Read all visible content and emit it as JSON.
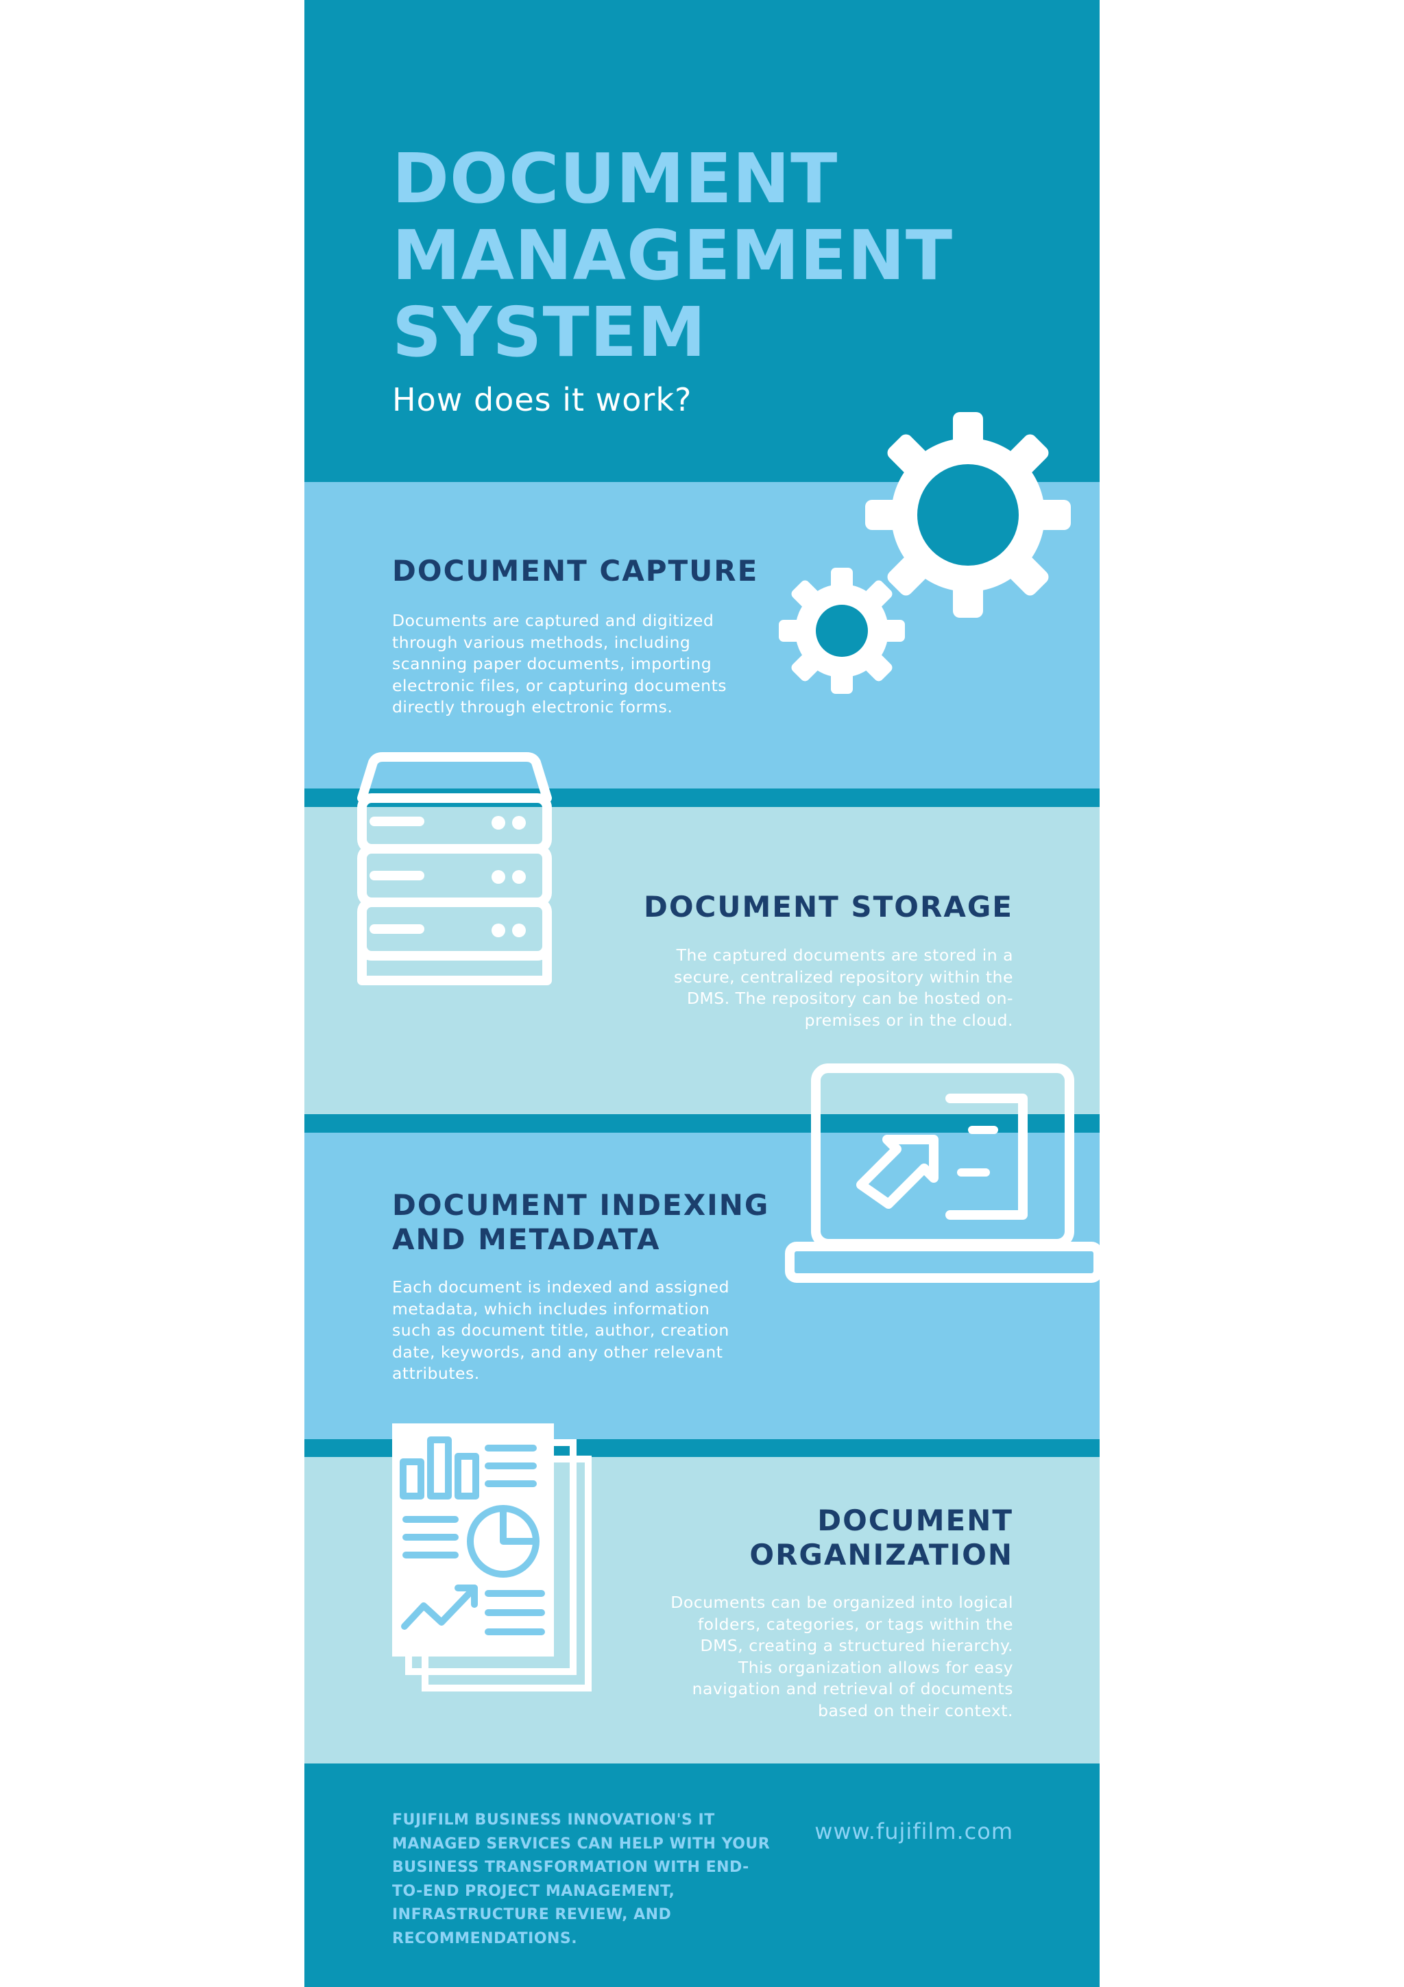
{
  "header": {
    "title": "DOCUMENT\nMANAGEMENT\nSYSTEM",
    "subtitle": "How does it work?"
  },
  "sections": [
    {
      "heading": "DOCUMENT CAPTURE",
      "body": "Documents are captured and digitized\nthrough various methods, including\nscanning paper documents, importing\nelectronic files, or capturing documents\ndirectly through electronic forms.",
      "icon": "gears-icon"
    },
    {
      "heading": "DOCUMENT STORAGE",
      "body": "The captured documents are stored in a\nsecure, centralized repository within the\nDMS. The repository can be hosted on-\npremises or in the cloud.",
      "icon": "server-icon"
    },
    {
      "heading": "DOCUMENT INDEXING\nAND METADATA",
      "body": "Each document is indexed and assigned\nmetadata, which includes information\nsuch as document title, author, creation\ndate, keywords, and any other relevant\nattributes.",
      "icon": "laptop-icon"
    },
    {
      "heading": "DOCUMENT\nORGANIZATION",
      "body": "Documents can be organized into logical\nfolders, categories, or tags within the\nDMS, creating a structured hierarchy.\nThis organization allows for easy\nnavigation and retrieval of documents\nbased on their context.",
      "icon": "report-document-icon"
    }
  ],
  "footer": {
    "cta": "FUJIFILM BUSINESS INNOVATION'S IT\nMANAGED SERVICES CAN HELP WITH YOUR\nBUSINESS TRANSFORMATION WITH END-\nTO-END PROJECT MANAGEMENT,\nINFRASTRUCTURE REVIEW, AND\nRECOMMENDATIONS.",
    "url": "www.fujifilm.com"
  },
  "colors": {
    "primary": "#0a95b5",
    "band_light_blue": "#7dcbec",
    "band_pale": "#b2e0e9",
    "heading_navy": "#1b3f6d",
    "title_light": "#8dd3f5"
  }
}
